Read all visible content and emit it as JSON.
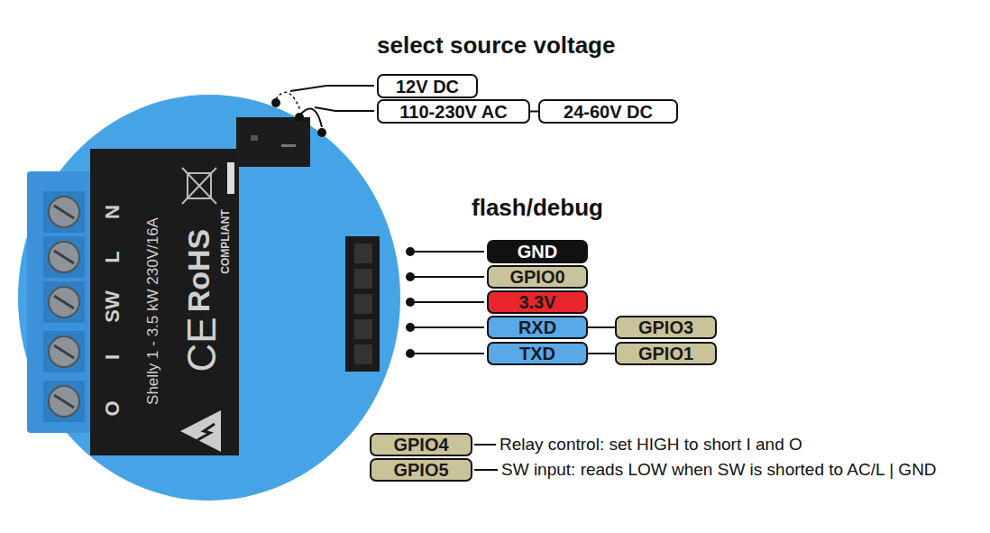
{
  "diagram": {
    "nodes": [
      {
        "text": [
          "12V DC"
        ]
      },
      {
        "text": [
          "110-230V AC"
        ]
      },
      {
        "text": [
          "24-60V DC"
        ]
      },
      {
        "text": [
          "GND"
        ]
      },
      {
        "text": [
          "GPIO0"
        ]
      },
      {
        "text": [
          "3.3V"
        ]
      },
      {
        "text": [
          "RXD"
        ]
      },
      {
        "text": [
          "GPIO3"
        ]
      },
      {
        "text": [
          "TXD"
        ]
      },
      {
        "text": [
          "GPIO1"
        ]
      },
      {
        "text": [
          "GPIO4"
        ]
      },
      {
        "text": [
          "GPIO5"
        ]
      }
    ],
    "edges": [
      {
        "from": 1,
        "to": 2,
        "arrow": "none"
      },
      {
        "from": 6,
        "to": 7,
        "arrow": "none"
      },
      {
        "from": 8,
        "to": 9,
        "arrow": "none"
      }
    ],
    "labels": [
      "select source voltage",
      "flash/debug",
      "O",
      "I",
      "SW",
      "L",
      "N",
      "Shelly 1 - 3.5 kW 230V/16A",
      "CE",
      "RoHS",
      "COMPLIANT",
      "Relay control: set HIGH to short I and O",
      "SW input: reads LOW when SW is shorted to AC/L | GND"
    ]
  }
}
